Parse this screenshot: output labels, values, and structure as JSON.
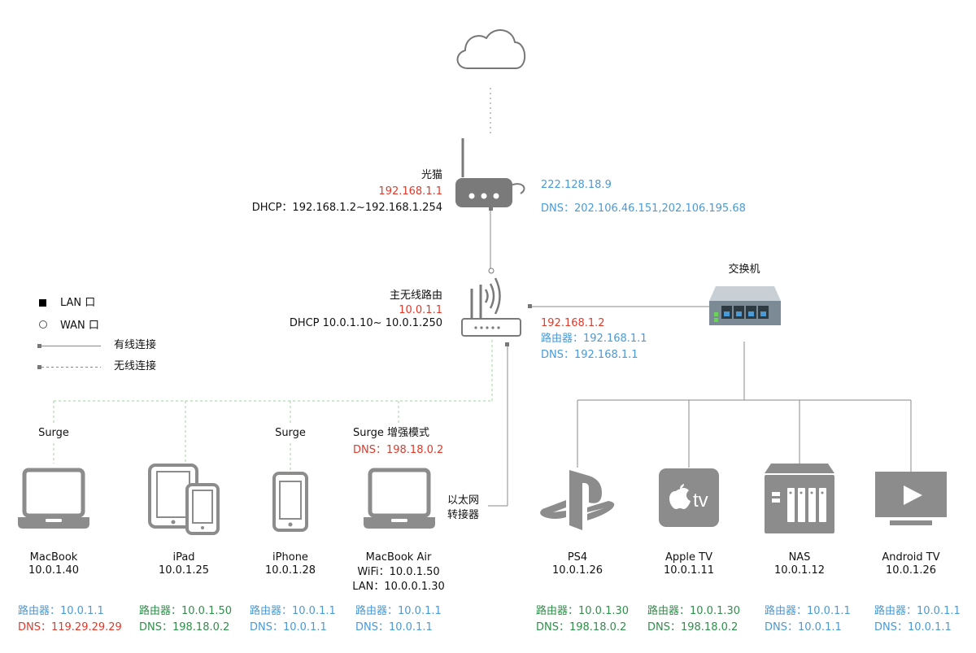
{
  "legend": {
    "lan": "LAN 口",
    "wan": "WAN 口",
    "wired": "有线连接",
    "wireless": "无线连接"
  },
  "modem": {
    "name": "光猫",
    "ip": "192.168.1.1",
    "dhcp": "DHCP：192.168.1.2~192.168.1.254",
    "wan_ip": "222.128.18.9",
    "wan_dns": "DNS：202.106.46.151,202.106.195.68"
  },
  "router": {
    "name": "主无线路由",
    "ip": "10.0.1.1",
    "dhcp": "DHCP 10.0.1.10~ 10.0.1.250",
    "wan_ip": "192.168.1.2",
    "wan_gateway": "路由器：192.168.1.1",
    "wan_dns": "DNS：192.168.1.1"
  },
  "switch": {
    "name": "交换机"
  },
  "ethernet_adapter": {
    "line1": "以太网",
    "line2": "转接器"
  },
  "clients": [
    {
      "tag": "Surge",
      "extra": "",
      "name": "MacBook",
      "ip": "10.0.1.40",
      "ip2": "",
      "gateway": "路由器：10.0.1.1",
      "dns": "DNS：119.29.29.29"
    },
    {
      "tag": "",
      "extra": "",
      "name": "iPad",
      "ip": "10.0.1.25",
      "ip2": "",
      "gateway": "路由器：10.0.1.50",
      "dns": "DNS：198.18.0.2"
    },
    {
      "tag": "Surge",
      "extra": "",
      "name": "iPhone",
      "ip": "10.0.1.28",
      "ip2": "",
      "gateway": "路由器：10.0.1.1",
      "dns": "DNS：10.0.1.1"
    },
    {
      "tag": "Surge 增强模式",
      "extra": "DNS：198.18.0.2",
      "name": "MacBook Air",
      "ip": "WiFi：10.0.1.50",
      "ip2": "LAN：10.0.0.1.30",
      "gateway": "路由器：10.0.1.1",
      "dns": "DNS：10.0.1.1"
    },
    {
      "tag": "",
      "extra": "",
      "name": "PS4",
      "ip": "10.0.1.26",
      "ip2": "",
      "gateway": "路由器：10.0.1.30",
      "dns": "DNS：198.18.0.2"
    },
    {
      "tag": "",
      "extra": "",
      "name": "Apple TV",
      "ip": "10.0.1.11",
      "ip2": "",
      "gateway": "路由器：10.0.1.30",
      "dns": "DNS：198.18.0.2"
    },
    {
      "tag": "",
      "extra": "",
      "name": "NAS",
      "ip": "10.0.1.12",
      "ip2": "",
      "gateway": "路由器：10.0.1.1",
      "dns": "DNS：10.0.1.1"
    },
    {
      "tag": "",
      "extra": "",
      "name": "Android TV",
      "ip": "10.0.1.26",
      "ip2": "",
      "gateway": "路由器：10.0.1.1",
      "dns": "DNS：10.0.1.1"
    }
  ],
  "appletv_logo": "tv",
  "colors": {
    "red": "#e03a2a",
    "blue": "#4a9ad6",
    "green": "#2f8f4a",
    "device_gray": "#8c8c8c",
    "wire": "#888888",
    "wireless": "#9fd19f",
    "switch_body": "#7b8a95"
  },
  "icons": {
    "cloud": "cloud-icon",
    "modem": "modem-icon",
    "router": "router-icon",
    "switch": "switch-icon",
    "laptop": "laptop-icon",
    "ipad": "ipad-icon",
    "iphone": "iphone-icon",
    "ps4": "playstation-icon",
    "appletv": "apple-tv-icon",
    "nas": "nas-icon",
    "androidtv": "android-tv-icon"
  }
}
